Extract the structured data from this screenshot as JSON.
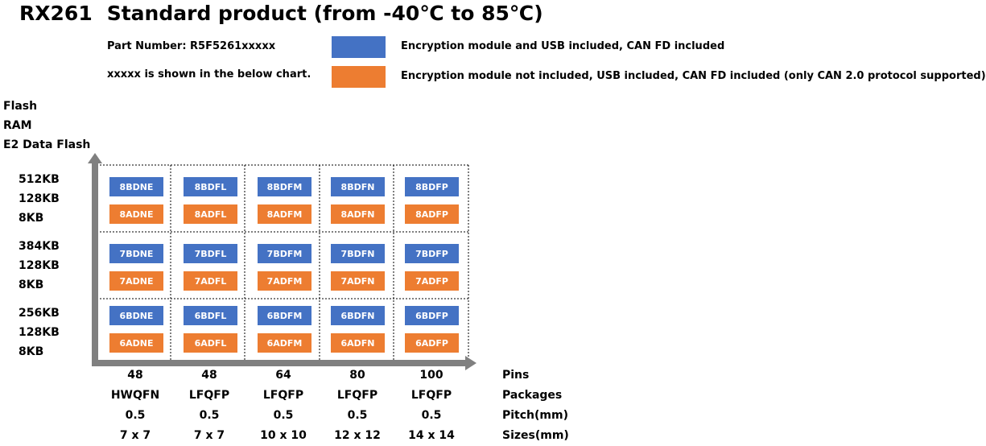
{
  "title": {
    "model": "RX261",
    "text": "Standard product (from -40℃ to 85℃)"
  },
  "notes": {
    "part_number": "Part Number: R5F5261xxxxx",
    "chart_note": "xxxxx is shown in the below chart."
  },
  "legend": [
    {
      "color": "#4472c4",
      "label": "Encryption module and USB included, CAN FD included"
    },
    {
      "color": "#ed7d31",
      "label": "Encryption module not included, USB included, CAN FD included (only CAN 2.0 protocol supported)"
    }
  ],
  "y_axis_labels": [
    "Flash",
    "RAM",
    "E2 Data Flash"
  ],
  "memory_rows": [
    {
      "flash": "512KB",
      "ram": "128KB",
      "e2": "8KB",
      "cells": [
        [
          "8BDNE",
          "8ADNE"
        ],
        [
          "8BDFL",
          "8ADFL"
        ],
        [
          "8BDFM",
          "8ADFM"
        ],
        [
          "8BDFN",
          "8ADFN"
        ],
        [
          "8BDFP",
          "8ADFP"
        ]
      ]
    },
    {
      "flash": "384KB",
      "ram": "128KB",
      "e2": "8KB",
      "cells": [
        [
          "7BDNE",
          "7ADNE"
        ],
        [
          "7BDFL",
          "7ADFL"
        ],
        [
          "7BDFM",
          "7ADFM"
        ],
        [
          "7BDFN",
          "7ADFN"
        ],
        [
          "7BDFP",
          "7ADFP"
        ]
      ]
    },
    {
      "flash": "256KB",
      "ram": "128KB",
      "e2": "8KB",
      "cells": [
        [
          "6BDNE",
          "6ADNE"
        ],
        [
          "6BDFL",
          "6ADFL"
        ],
        [
          "6BDFM",
          "6ADFM"
        ],
        [
          "6BDFN",
          "6ADFN"
        ],
        [
          "6BDFP",
          "6ADFP"
        ]
      ]
    }
  ],
  "columns": [
    {
      "pins": "48",
      "package": "HWQFN",
      "pitch": "0.5",
      "size": "7 x 7"
    },
    {
      "pins": "48",
      "package": "LFQFP",
      "pitch": "0.5",
      "size": "7 x 7"
    },
    {
      "pins": "64",
      "package": "LFQFP",
      "pitch": "0.5",
      "size": "10 x 10"
    },
    {
      "pins": "80",
      "package": "LFQFP",
      "pitch": "0.5",
      "size": "12 x 12"
    },
    {
      "pins": "100",
      "package": "LFQFP",
      "pitch": "0.5",
      "size": "14 x 14"
    }
  ],
  "column_headers": {
    "pins": "Pins",
    "packages": "Packages",
    "pitch": "Pitch(mm)",
    "sizes": "Sizes(mm)"
  }
}
